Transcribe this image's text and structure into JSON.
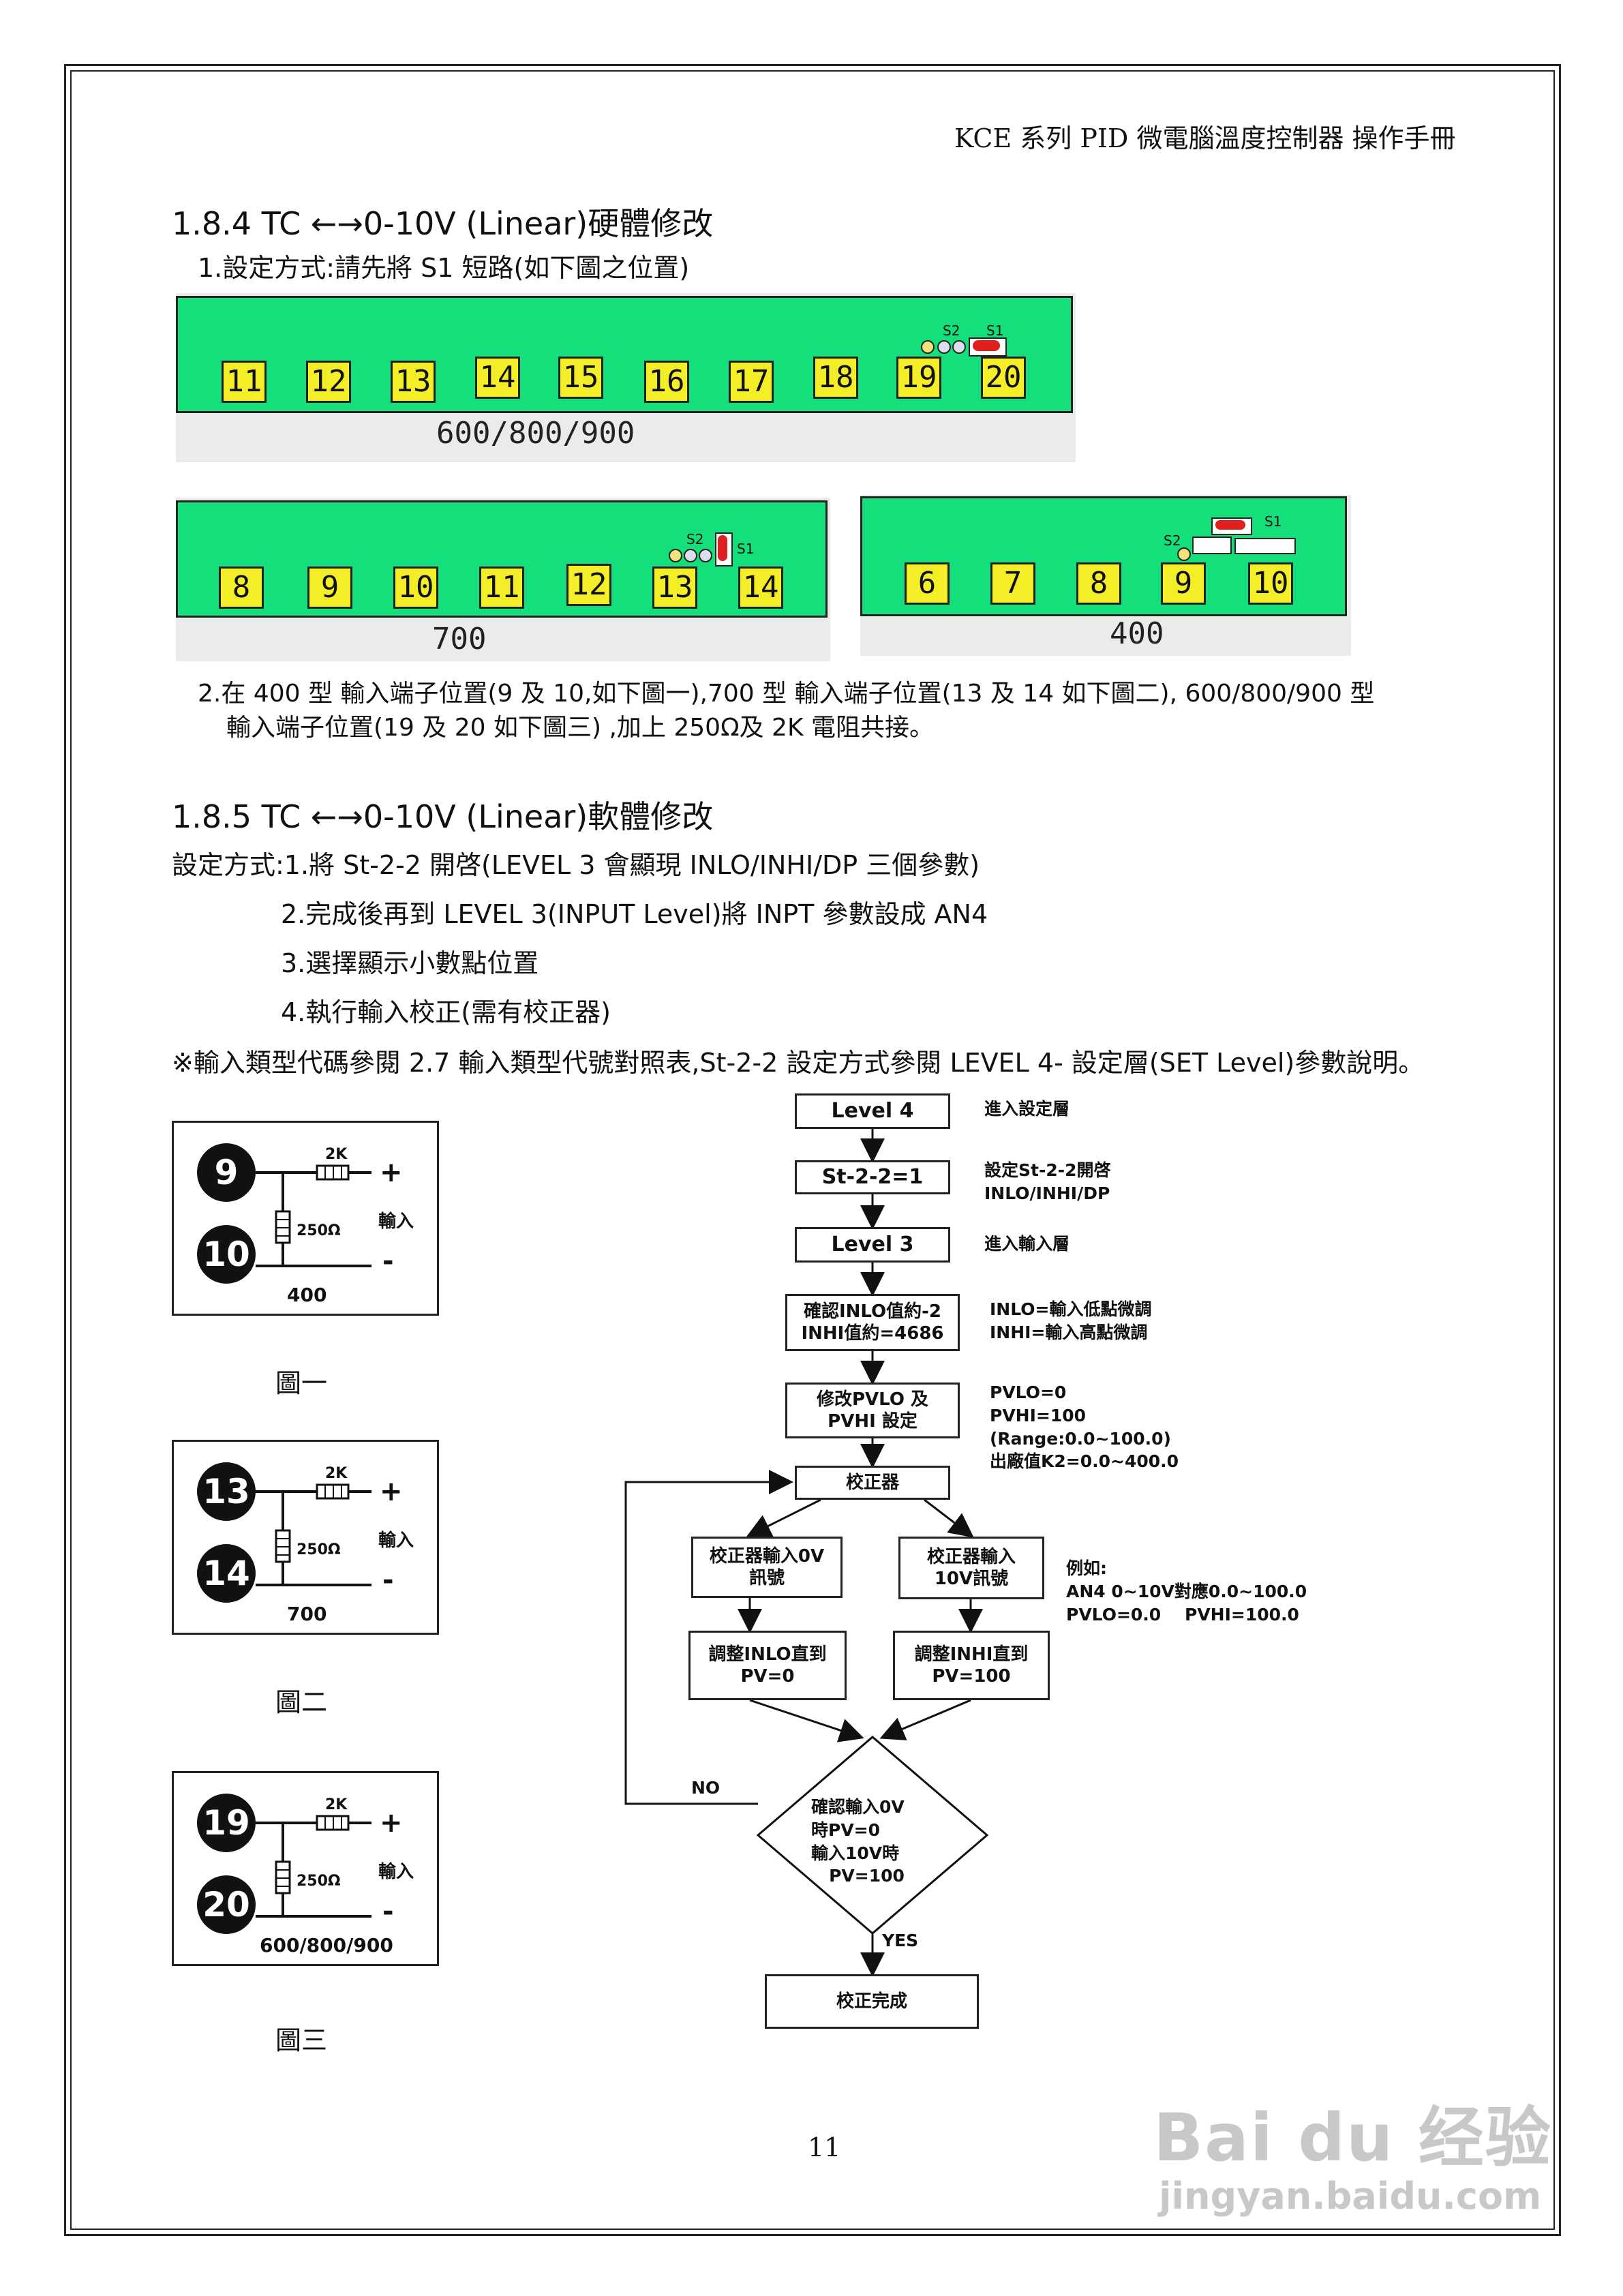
{
  "header": {
    "title": "KCE 系列  PID 微電腦溫度控制器  操作手冊"
  },
  "section1": {
    "heading": "1.8.4    TC ←→0-10V (Linear)硬體修改",
    "step1": "1.設定方式:請先將 S1 短路(如下圖之位置)",
    "pcb_large": {
      "terminals": [
        "11",
        "12",
        "13",
        "14",
        "15",
        "16",
        "17",
        "18",
        "19",
        "20"
      ],
      "caption": "600/800/900",
      "s2": "S2",
      "s1": "S1"
    },
    "pcb_700": {
      "terminals": [
        "8",
        "9",
        "10",
        "11",
        "12",
        "13",
        "14"
      ],
      "caption": "700",
      "s2": "S2",
      "s1": "S1"
    },
    "pcb_400": {
      "terminals": [
        "6",
        "7",
        "8",
        "9",
        "10"
      ],
      "caption": "400",
      "s2": "S2",
      "s1": "S1"
    },
    "step2_line1": "2.在 400  型  輸入端子位置(9 及 10,如下圖一),700  型  輸入端子位置(13 及 14 如下圖二),  600/800/900  型",
    "step2_line2": "輸入端子位置(19 及 20 如下圖三)  ,加上 250Ω及 2K 電阻共接。"
  },
  "section2": {
    "heading": "1.8.5    TC ←→0-10V (Linear)軟體修改",
    "lines": [
      "設定方式:1.將 St-2-2 開啓(LEVEL 3 會顯現 INLO/INHI/DP 三個參數)",
      "2.完成後再到 LEVEL 3(INPUT Level)將 INPT 參數設成 AN4",
      "3.選擇顯示小數點位置",
      "4.執行輸入校正(需有校正器)"
    ],
    "note": "※輸入類型代碼參閱 2.7 輸入類型代號對照表,St-2-2 設定方式參閱 LEVEL 4-  設定層(SET Level)參數說明。"
  },
  "figures": [
    {
      "top": "9",
      "bottom": "10",
      "model": "400",
      "r1": "2K",
      "r2": "250Ω",
      "plus": "+",
      "minus": "-",
      "label": "輸入",
      "caption": "圖一"
    },
    {
      "top": "13",
      "bottom": "14",
      "model": "700",
      "r1": "2K",
      "r2": "250Ω",
      "plus": "+",
      "minus": "-",
      "label": "輸入",
      "caption": "圖二"
    },
    {
      "top": "19",
      "bottom": "20",
      "model": "600/800/900",
      "r1": "2K",
      "r2": "250Ω",
      "plus": "+",
      "minus": "-",
      "label": "輸入",
      "caption": "圖三"
    }
  ],
  "flowchart": {
    "level4": "Level 4",
    "level4_note": "進入設定層",
    "st": "St-2-2=1",
    "st_note": "設定St-2-2開啓\nINLO/INHI/DP",
    "level3": "Level 3",
    "level3_note": "進入輸入層",
    "confirm": "確認INLO值約-2\nINHI值約=4686",
    "confirm_note": "INLO=輸入低點微調\nINHI=輸入高點微調",
    "pv": "修改PVLO 及\nPVHI 設定",
    "pv_note": "PVLO=0\nPVHI=100\n(Range:0.0~100.0)\n出廠值K2=0.0~400.0",
    "calibrator": "校正器",
    "input0": "校正器輸入0V\n訊號",
    "input10": "校正器輸入\n10V訊號",
    "example_note": "例如:\nAN4 0~10V對應0.0~100.0\nPVLO=0.0    PVHI=100.0",
    "adj_lo": "調整INLO直到\nPV=0",
    "adj_hi": "調整INHI直到\nPV=100",
    "diamond": "確認輸入0V\n時PV=0\n輸入10V時\n   PV=100",
    "no": "NO",
    "yes": "YES",
    "done": "校正完成"
  },
  "footer": {
    "page_number": "11"
  },
  "watermark": {
    "brand": "Bai du 经验",
    "url": "jingyan.baidu.com"
  }
}
